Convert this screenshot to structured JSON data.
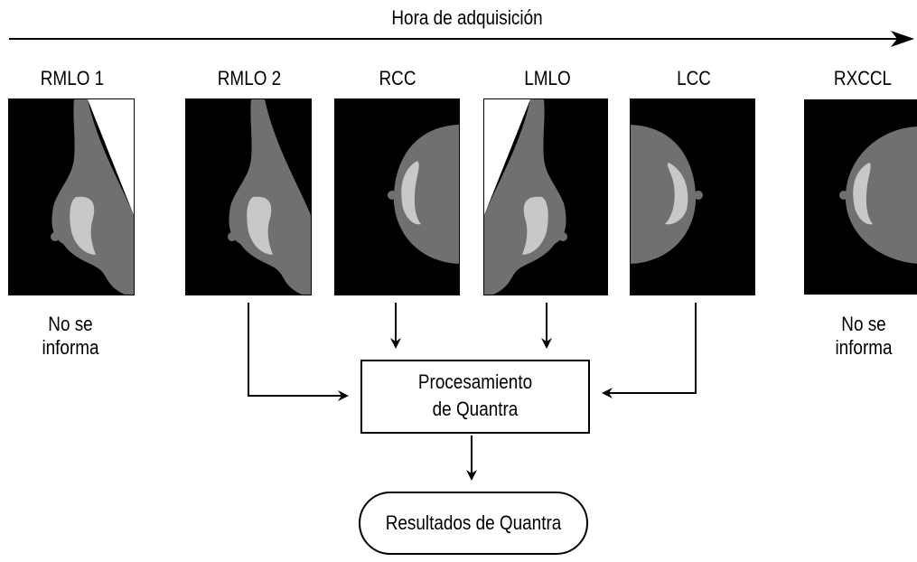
{
  "timeline": {
    "label": "Hora de adquisición"
  },
  "images": [
    {
      "label": "RMLO 1",
      "view": "mlo-right",
      "status": "No se informa",
      "status_line1": "No se",
      "status_line2": "informa"
    },
    {
      "label": "RMLO 2",
      "view": "mlo-right"
    },
    {
      "label": "RCC",
      "view": "cc-right"
    },
    {
      "label": "LMLO",
      "view": "mlo-left"
    },
    {
      "label": "LCC",
      "view": "cc-left"
    },
    {
      "label": "RXCCL",
      "view": "cc-right",
      "status": "No se informa",
      "status_line1": "No se",
      "status_line2": "informa"
    }
  ],
  "process": {
    "line1": "Procesamiento",
    "line2": "de Quantra"
  },
  "result": {
    "label": "Resultados de Quantra"
  },
  "colors": {
    "background": "#000000",
    "tissue": "#707070",
    "dense": "#c8c8c8",
    "line": "#000000",
    "white": "#ffffff"
  }
}
